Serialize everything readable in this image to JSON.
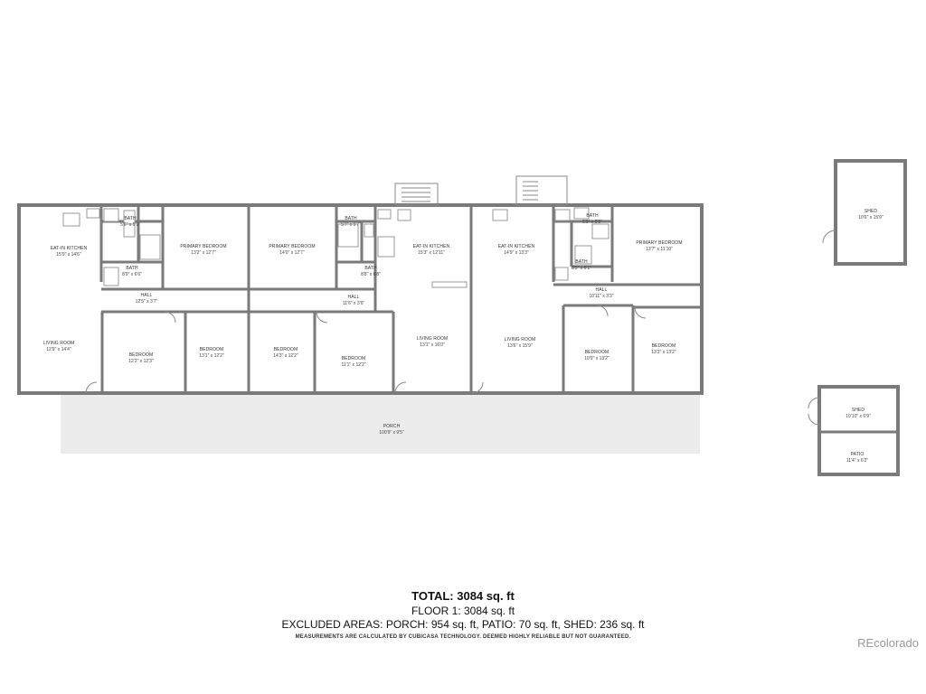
{
  "rooms": [
    {
      "id": "eatin1",
      "name": "EAT-IN KITCHEN",
      "dim": "15'9\" x 14'6\""
    },
    {
      "id": "bath1",
      "name": "BATH",
      "dim": "5'6\" x 5'9\""
    },
    {
      "id": "bath2",
      "name": "BATH",
      "dim": "8'9\" x 6'6\""
    },
    {
      "id": "pbed1",
      "name": "PRIMARY BEDROOM",
      "dim": "13'2\" x 12'7\""
    },
    {
      "id": "hall1",
      "name": "HALL",
      "dim": "12'5\" x 3'7\""
    },
    {
      "id": "living1",
      "name": "LIVING ROOM",
      "dim": "12'9\" x 14'4\""
    },
    {
      "id": "bed1",
      "name": "BEDROOM",
      "dim": "12'2\" x 12'3\""
    },
    {
      "id": "bed2",
      "name": "BEDROOM",
      "dim": "13'1\" x 12'2\""
    },
    {
      "id": "pbed2",
      "name": "PRIMARY BEDROOM",
      "dim": "14'0\" x 12'7\""
    },
    {
      "id": "bath3",
      "name": "BATH",
      "dim": "5'7\" x 5'7\""
    },
    {
      "id": "bath4",
      "name": "BATH",
      "dim": "8'8\" x 6'8\""
    },
    {
      "id": "hall2",
      "name": "HALL",
      "dim": "11'6\" x 3'6\""
    },
    {
      "id": "eatin2",
      "name": "EAT-IN KITCHEN",
      "dim": "15'3\" x 12'11\""
    },
    {
      "id": "bed3",
      "name": "BEDROOM",
      "dim": "14'3\" x 12'2\""
    },
    {
      "id": "bed4",
      "name": "BEDROOM",
      "dim": "11'1\" x 12'2\""
    },
    {
      "id": "living2",
      "name": "LIVING ROOM",
      "dim": "13'1\" x 16'0\""
    },
    {
      "id": "eatin3",
      "name": "EAT-IN KITCHEN",
      "dim": "14'9\" x 13'3\""
    },
    {
      "id": "bath5",
      "name": "BATH",
      "dim": "5'9\" x 5'5\""
    },
    {
      "id": "bath6",
      "name": "BATH",
      "dim": "8'5\" x 6'1\""
    },
    {
      "id": "pbed3",
      "name": "PRIMARY BEDROOM",
      "dim": "13'7\" x 11'10\""
    },
    {
      "id": "hall3",
      "name": "HALL",
      "dim": "10'11\" x 3'3\""
    },
    {
      "id": "living3",
      "name": "LIVING ROOM",
      "dim": "13'6\" x 15'9\""
    },
    {
      "id": "bed5",
      "name": "BEDROOM",
      "dim": "10'9\" x 13'2\""
    },
    {
      "id": "bed6",
      "name": "BEDROOM",
      "dim": "13'3\" x 13'2\""
    },
    {
      "id": "porch",
      "name": "PORCH",
      "dim": "100'9\" x 9'5\""
    },
    {
      "id": "shed1",
      "name": "SHED",
      "dim": "10'6\" x 15'9\""
    },
    {
      "id": "shed2",
      "name": "SHED",
      "dim": "10'10\" x 6'9\""
    },
    {
      "id": "patio",
      "name": "PATIO",
      "dim": "11'4\" x 6'2\""
    }
  ],
  "summary": {
    "total": "TOTAL: 3084 sq. ft",
    "floor": "FLOOR 1: 3084 sq. ft",
    "excluded": "EXCLUDED AREAS: PORCH: 954 sq. ft, PATIO: 70 sq. ft, SHED: 236 sq. ft",
    "disclaimer": "MEASUREMENTS ARE CALCULATED BY CUBICASA TECHNOLOGY. DEEMED HIGHLY RELIABLE BUT NOT GUARANTEED."
  },
  "watermark": "REcolorado"
}
